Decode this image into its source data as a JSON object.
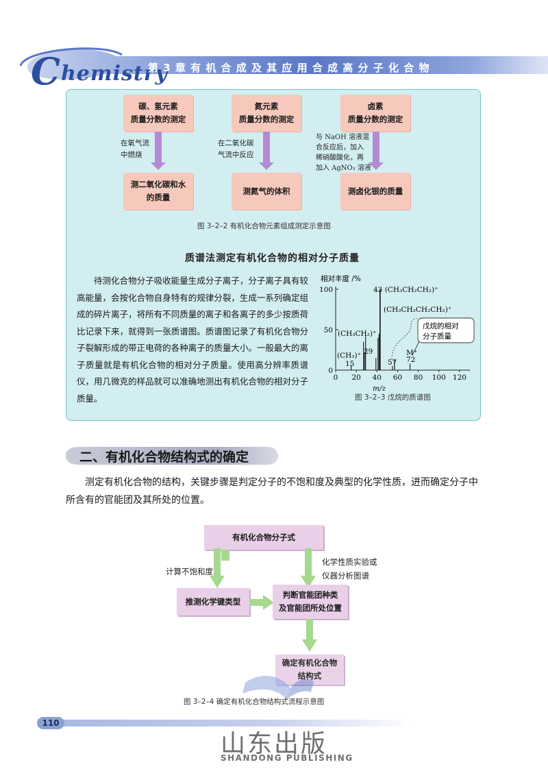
{
  "header": {
    "logo_initial": "C",
    "logo_rest": "hemistry",
    "chapter": "第 3 章   有 机 合 成 及 其 应 用    合 成 高 分 子 化 合 物"
  },
  "element_chart": {
    "col1": {
      "top": "碳、氢元素\n质量分数的测定",
      "note": "在氧气流\n中燃烧",
      "bottom": "测二氧化碳和水\n的质量"
    },
    "col2": {
      "top": "氮元素\n质量分数的测定",
      "note": "在二氧化碳\n气流中反应",
      "bottom": "测氮气的体积"
    },
    "col3": {
      "top": "卤素\n质量分数的测定",
      "note_lines": [
        "与 NaOH 溶液混",
        "合反应后，加入",
        "稀硝酸酸化，再",
        "加入 AgNO₃ 溶液"
      ],
      "bottom": "测卤化银的质量"
    },
    "caption": "图 3–2–2   有机化合物元素组成测定示意图"
  },
  "mass_spec": {
    "title": "质谱法测定有机化合物的相对分子质量",
    "paragraph": "待测化合物分子吸收能量生成分子离子，分子离子具有较高能量，会按化合物自身特有的规律分裂，生成一系列确定组成的碎片离子，将所有不同质量的离子和各离子的多少按质荷比记录下来，就得到一张质谱图。质谱图记录了有机化合物分子裂解形成的带正电荷的各种离子的质量大小。一般最大的离子质量就是有机化合物的相对分子质量。使用高分辨率质谱仪，用几微克的样品就可以准确地测出有机化合物的相对分子质量。",
    "caption": "图 3–2–3   戊烷的质谱图"
  },
  "chart_data": {
    "type": "bar",
    "ylabel": "相对丰度 /%",
    "xlabel": "m/z",
    "xlim": [
      0,
      130
    ],
    "ylim": [
      0,
      100
    ],
    "x_ticks": [
      "0",
      "20",
      "40",
      "60",
      "80",
      "100",
      "120"
    ],
    "y_ticks": [
      "0",
      "50",
      "100"
    ],
    "series": [
      {
        "x": [
          15,
          27,
          28,
          29,
          39,
          41,
          42,
          43,
          55,
          57,
          72
        ],
        "values": [
          6,
          35,
          22,
          42,
          15,
          40,
          45,
          100,
          5,
          13,
          8
        ]
      }
    ],
    "annotations": [
      {
        "text": "43 (CH₃CH₂CH₂)⁺"
      },
      {
        "text": "(CH₃CH₂CH₂CH₂)⁺"
      },
      {
        "text": "(CH₃CH₂)⁺"
      },
      {
        "text": "29"
      },
      {
        "text": "(CH₃)⁺"
      },
      {
        "text": "15"
      },
      {
        "text": "57"
      },
      {
        "text": "M⁺"
      },
      {
        "text": "72"
      },
      {
        "text": "戊烷的相对\n分子质量"
      }
    ]
  },
  "section": {
    "title": "二、有机化合物结构式的确定",
    "paragraph": "测定有机化合物的结构，关键步骤是判定分子的不饱和度及典型的化学性质，进而确定分子中所含有的官能团及其所处的位置。"
  },
  "flow_chart": {
    "top": "有机化合物分子式",
    "left_note": "计算不饱和度",
    "right_note": "化学性质实验或\n仪器分析图谱",
    "left_box": "推测化学键类型",
    "mid_box": "判断官能团种类\n及官能团所处位置",
    "bottom_box": "确定有机化合物\n结构式",
    "caption": "图 3–2–4   确定有机化合物结构式流程示意图"
  },
  "footer": {
    "page_number": "110",
    "publisher_cn": "山东出版",
    "publisher_en": "SHANDONG PUBLISHING"
  },
  "colors": {
    "header_blue": "#2b4ea0",
    "panel_bg": "#d3eef1",
    "pink_box": "#f7c9bd",
    "purple_arrow": "#b48ad4",
    "flow_box": "#e9d0e8",
    "green_arrow": "#a6d88e"
  }
}
